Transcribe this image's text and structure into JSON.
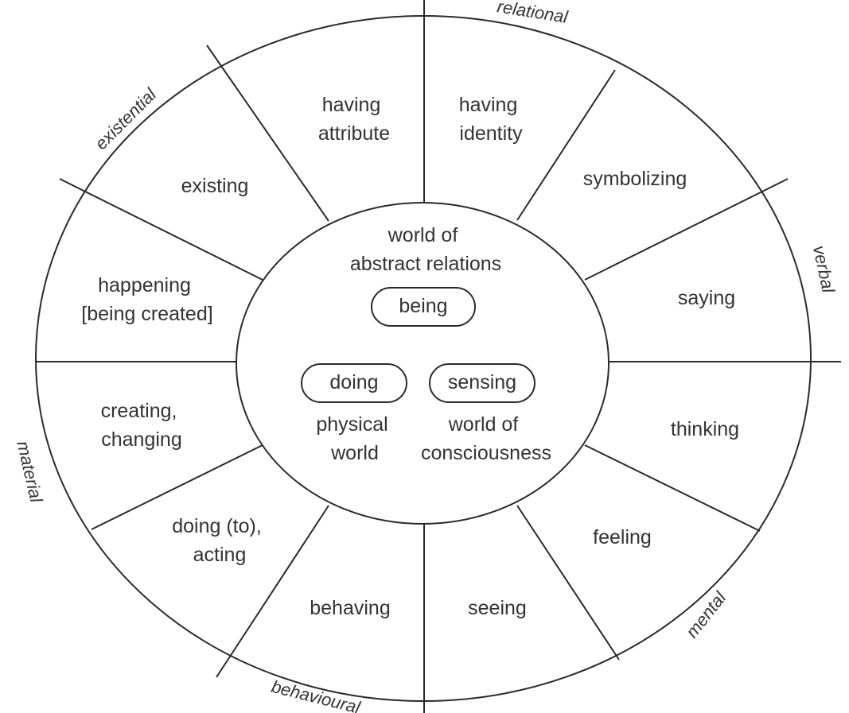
{
  "categories": {
    "relational": "relational",
    "verbal": "verbal",
    "mental": "mental",
    "behavioural": "behavioural",
    "material": "material",
    "existential": "existential"
  },
  "segments": {
    "having_attribute": [
      "having",
      "attribute"
    ],
    "having_identity": [
      "having",
      "identity"
    ],
    "symbolizing": "symbolizing",
    "saying": "saying",
    "thinking": "thinking",
    "feeling": "feeling",
    "seeing": "seeing",
    "behaving": "behaving",
    "doing_to": [
      "doing (to),",
      "acting"
    ],
    "creating": [
      "creating,",
      "changing"
    ],
    "happening": [
      "happening",
      "[being created]"
    ],
    "existing": "existing"
  },
  "center": {
    "abstract": [
      "world of",
      "abstract relations"
    ],
    "being": "being",
    "doing": "doing",
    "sensing": "sensing",
    "physical": [
      "physical",
      "world"
    ],
    "consciousness": [
      "world of",
      "consciousness"
    ]
  }
}
